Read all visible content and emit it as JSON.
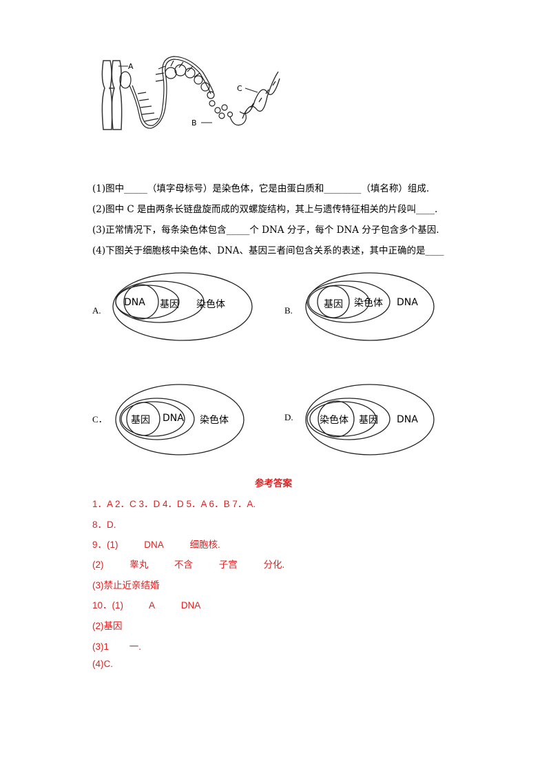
{
  "figure": {
    "label_a": "A",
    "label_b": "B",
    "label_c": "C"
  },
  "questions": [
    "(1)图中_____（填字母标号）是染色体，它是由蛋白质和________（填名称）组成.",
    "(2)图中 C 是由两条长链盘旋而成的双螺旋结构，其上与遗传特征相关的片段叫____.",
    "(3)正常情况下，每条染色体包含_____个 DNA 分子，每个 DNA 分子包含多个基因.",
    "(4)下图关于细胞核中染色体、DNA、基因三者间包含关系的表述，其中正确的是____"
  ],
  "options": {
    "a": {
      "letter": "A.",
      "inner": "DNA",
      "middle": "基因",
      "outer": "染色体"
    },
    "b": {
      "letter": "B.",
      "inner": "基因",
      "middle": "染色体",
      "outer": "DNA"
    },
    "c": {
      "letter": "C．",
      "inner": "基因",
      "middle": "DNA",
      "outer": "染色体"
    },
    "d": {
      "letter": "D.",
      "inner": "染色体",
      "middle": "基因",
      "outer": "DNA"
    }
  },
  "answers": {
    "heading": "参考答案",
    "line1": "1．A 2．C 3．D 4．D 5．A 6．B 7．A.",
    "line2": "8．D.",
    "line3": [
      "9．(1)",
      "DNA",
      "细胞核."
    ],
    "line4": [
      "(2)",
      "睾丸",
      "不含",
      "子宫",
      "分化."
    ],
    "line5": "(3)禁止近亲结婚",
    "line6": [
      "10．(1)",
      "A",
      "DNA"
    ],
    "line7": "(2)基因",
    "line8": [
      "(3)1",
      "一."
    ],
    "line9": "(4)C."
  }
}
